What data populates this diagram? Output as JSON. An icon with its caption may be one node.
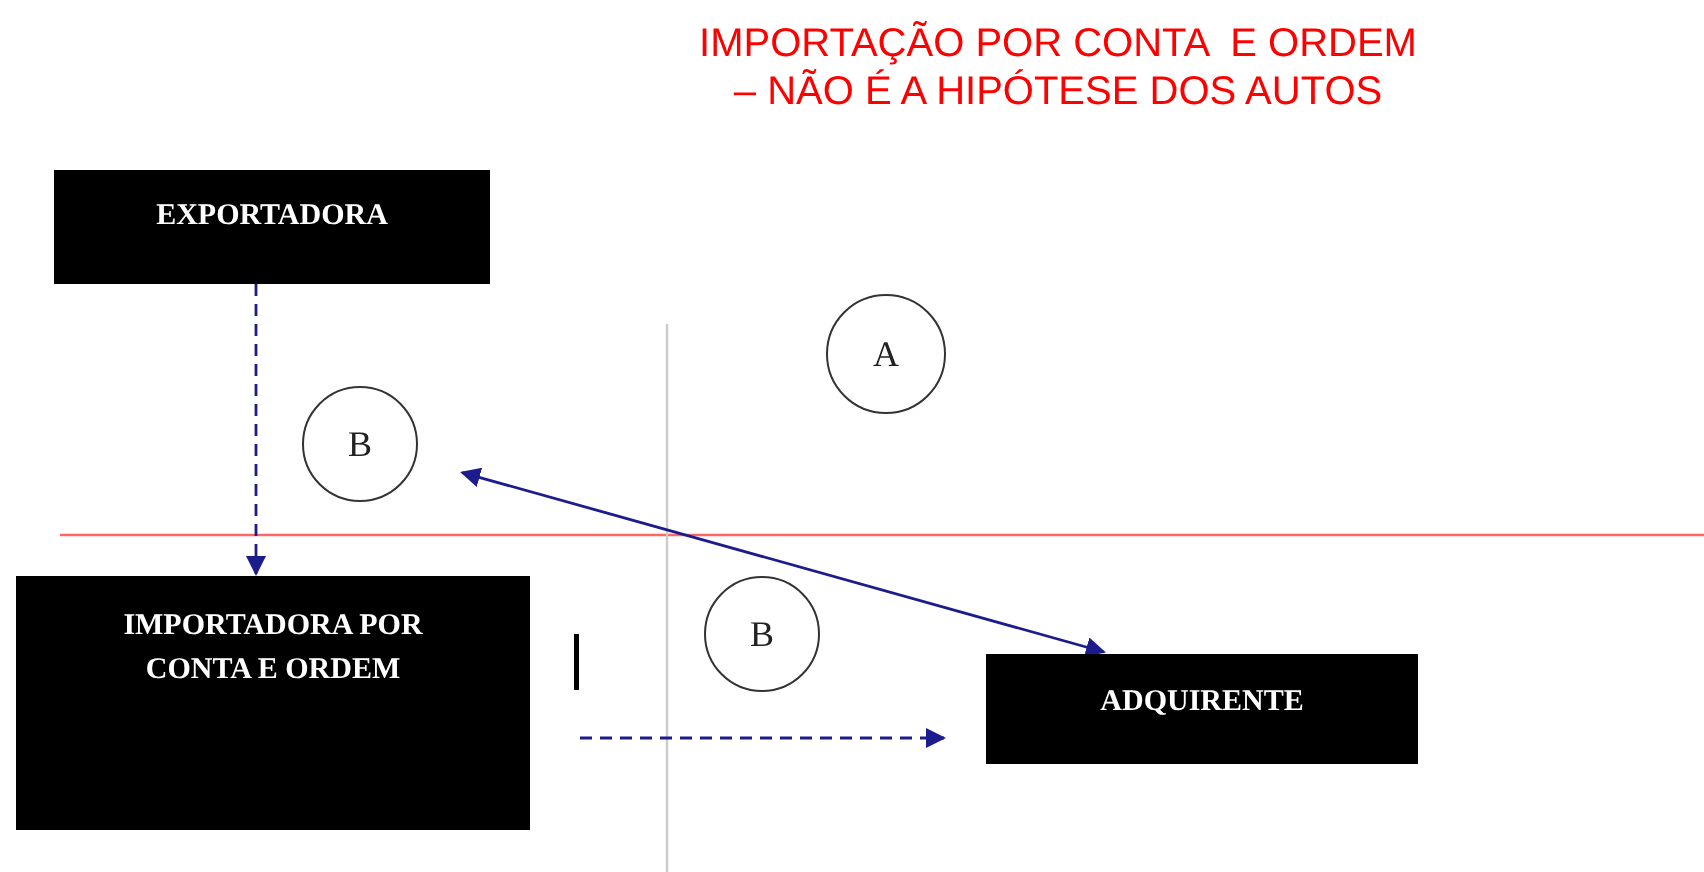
{
  "diagram": {
    "title": "IMPORTAÇÃO POR CONTA  E ORDEM – NÃO É A HIPÓTESE DOS AUTOS",
    "nodes": [
      {
        "text": [
          "EXPORTADORA"
        ]
      },
      {
        "text": [
          "A"
        ]
      },
      {
        "text": [
          "B"
        ]
      },
      {
        "text": [
          "IMPORTADORA POR CONTA  E ORDEM"
        ]
      },
      {
        "text": [
          "B"
        ]
      },
      {
        "text": [
          "ADQUIRENTE"
        ]
      }
    ],
    "edges": [
      {
        "from": 0,
        "to": 3,
        "arrow": "to",
        "style": "dashed"
      },
      {
        "from": 2,
        "to": 5,
        "arrow": "both"
      },
      {
        "from": 3,
        "to": 5,
        "arrow": "to",
        "style": "dashed"
      }
    ]
  }
}
